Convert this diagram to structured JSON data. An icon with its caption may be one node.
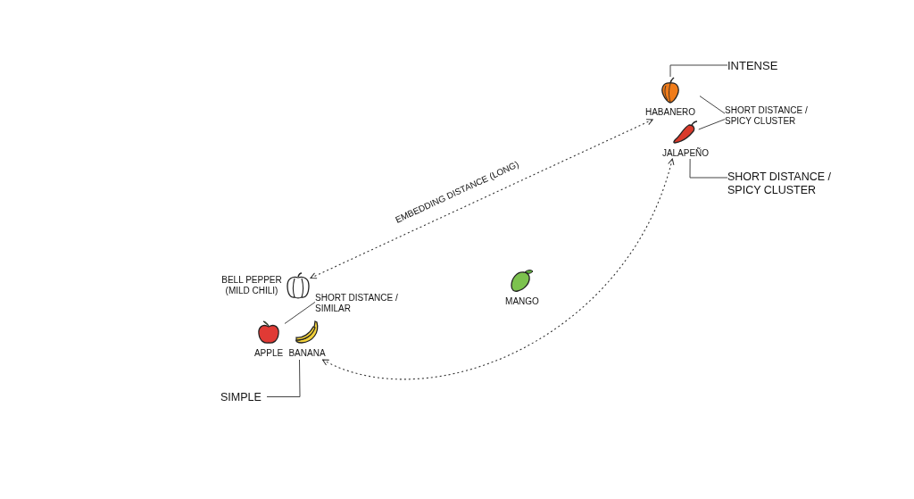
{
  "diagram": {
    "nodes": [
      {
        "text": [
          "HABANERO"
        ]
      },
      {
        "text": [
          "JALAPEÑO"
        ]
      },
      {
        "text": [
          "BELL PEPPER (MILD CHILI)"
        ]
      },
      {
        "text": [
          "APPLE"
        ]
      },
      {
        "text": [
          "BANANA"
        ]
      },
      {
        "text": [
          "MANGO"
        ]
      },
      {
        "text": [
          "INTENSE"
        ]
      },
      {
        "text": [
          "SHORT DISTANCE / SPICY CLUSTER"
        ]
      },
      {
        "text": [
          "SHORT DISTANCE / SPICY CLUSTER"
        ]
      },
      {
        "text": [
          "SHORT DISTANCE / SIMILAR"
        ]
      },
      {
        "text": [
          "SIMPLE"
        ]
      }
    ],
    "edges": [
      {
        "from": 2,
        "to": 0,
        "arrow": "both",
        "style": "dashed",
        "label": "EMBEDDING DISTANCE (LONG)"
      },
      {
        "from": 4,
        "to": 1,
        "arrow": "both",
        "style": "dashed"
      },
      {
        "from": 6,
        "to": 0,
        "arrow": "none"
      },
      {
        "from": 7,
        "to": 0,
        "arrow": "none"
      },
      {
        "from": 7,
        "to": 1,
        "arrow": "none"
      },
      {
        "from": 8,
        "to": 1,
        "arrow": "none"
      },
      {
        "from": 9,
        "to": 3,
        "arrow": "none"
      },
      {
        "from": 10,
        "to": 4,
        "arrow": "none"
      }
    ]
  }
}
